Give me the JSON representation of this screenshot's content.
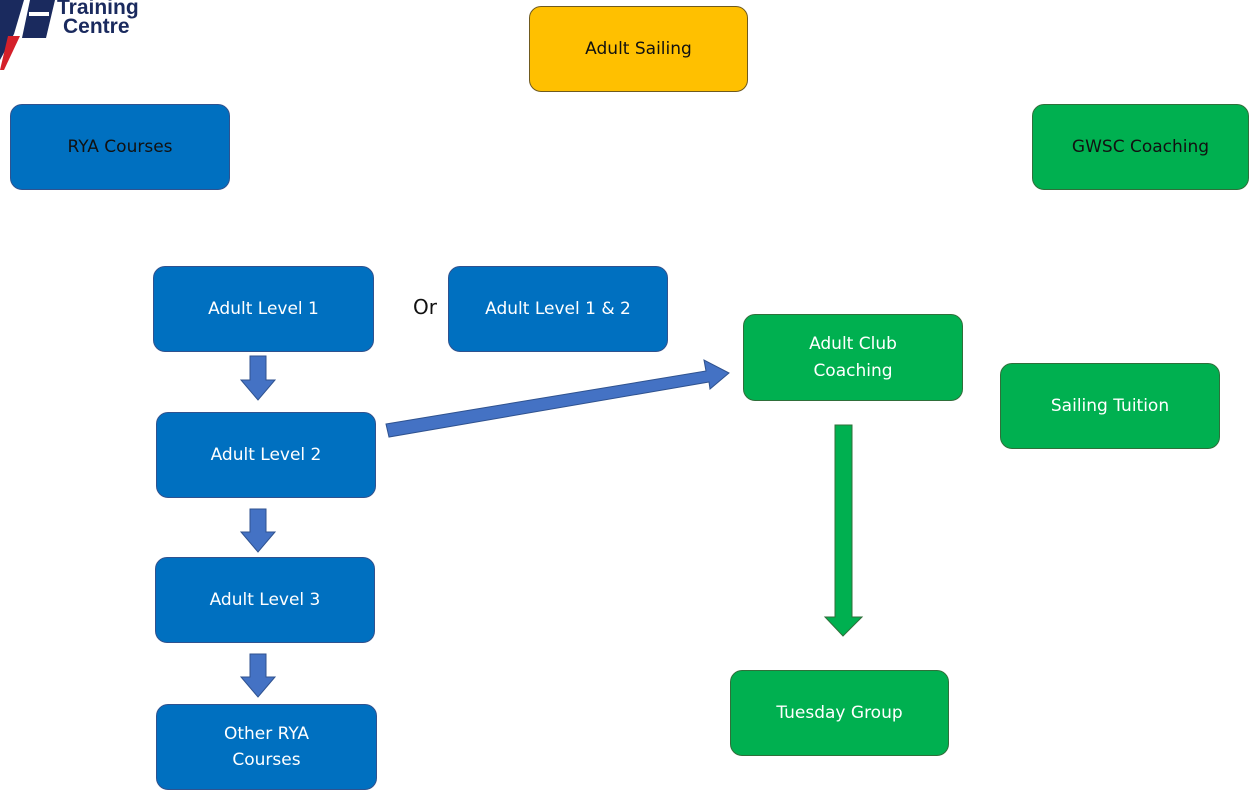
{
  "logo": {
    "line1": "Training",
    "line2": "Centre"
  },
  "header": {
    "title": "Adult Sailing"
  },
  "sections": {
    "rya": "RYA Courses",
    "gwsc": "GWSC Coaching"
  },
  "rya_path": {
    "level1": "Adult Level 1",
    "or_label": "Or",
    "level1_2": "Adult Level 1 & 2",
    "level2": "Adult Level 2",
    "level3": "Adult Level 3",
    "other": "Other RYA\nCourses"
  },
  "gwsc_path": {
    "club_coaching": "Adult Club\nCoaching",
    "sailing_tuition": "Sailing Tuition",
    "tuesday_group": "Tuesday Group"
  },
  "colors": {
    "rya_blue": "#0070c0",
    "arrow_blue": "#4472c4",
    "gwsc_green": "#00b050",
    "header_gold": "#ffc000"
  }
}
